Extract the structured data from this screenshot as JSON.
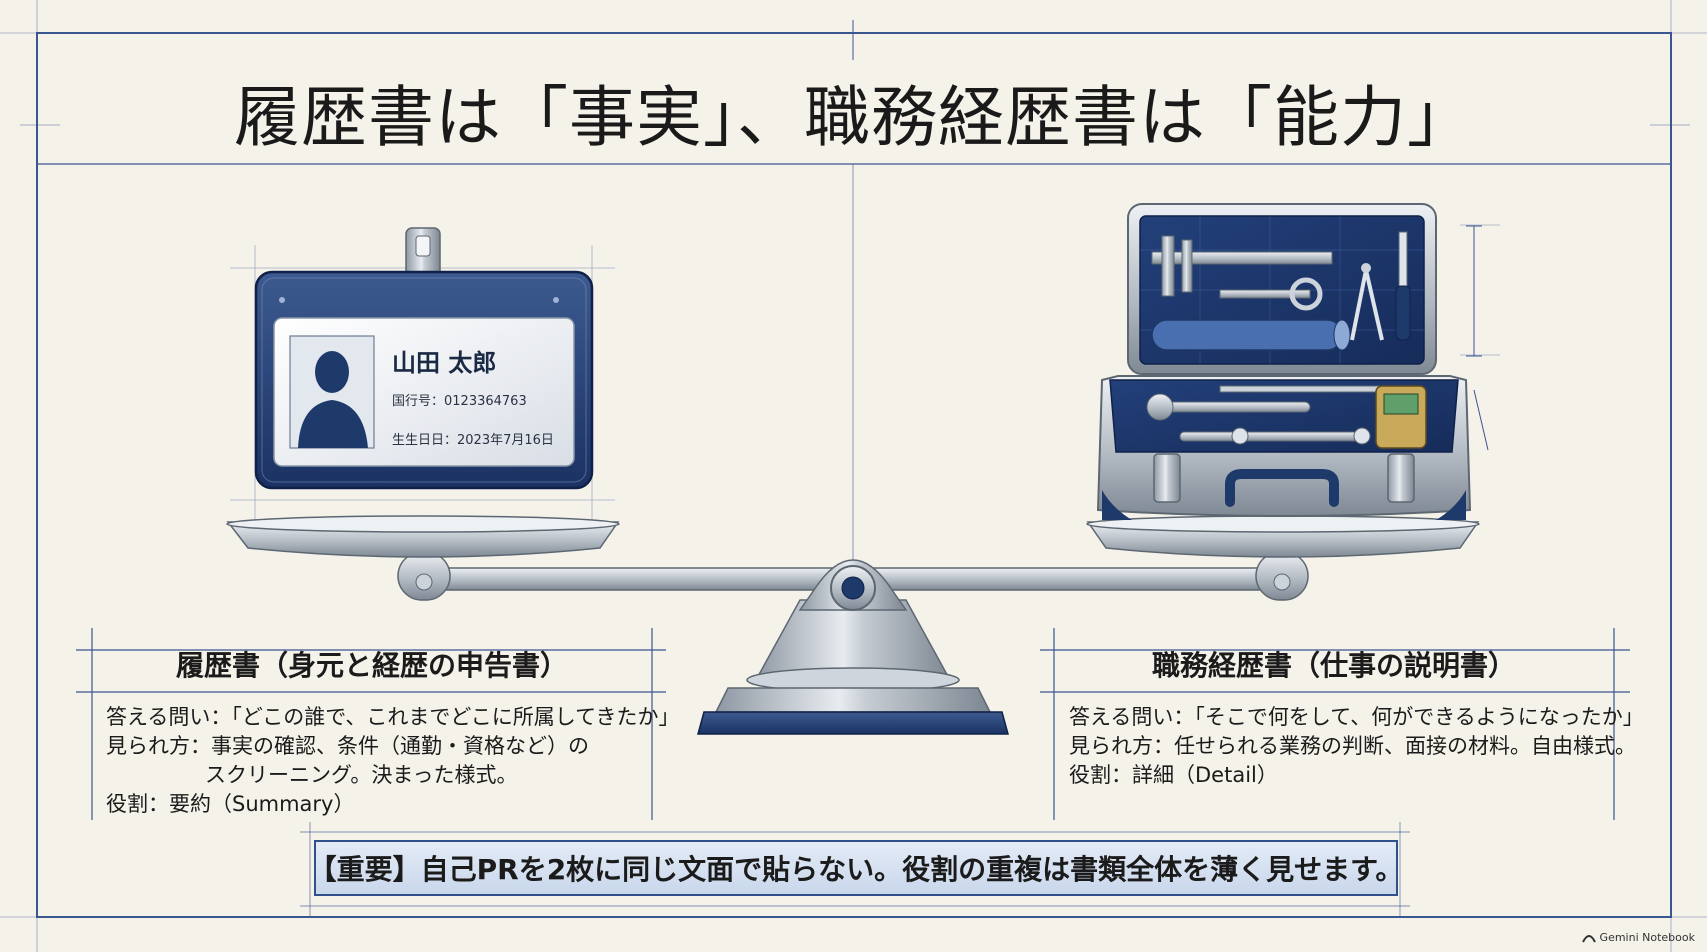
{
  "title": "履歴書は「事実」、職務経歴書は「能力」",
  "id_card": {
    "name": "山田 太郎",
    "id_line": "国行号：0123364763",
    "birth_line": "生生日日：2023年7月16日"
  },
  "left_pane": {
    "heading": "履歴書（身元と経歴の申告書）",
    "lines": [
      "答える問い：「どこの誰で、これまでどこに所属してきたか」",
      "見られ方：事実の確認、条件（通勤・資格など）の",
      "スクリーニング。決まった様式。",
      "役割：要約（Summary）"
    ]
  },
  "right_pane": {
    "heading": "職務経歴書（仕事の説明書）",
    "lines": [
      "答える問い：「そこで何をして、何ができるようになったか」",
      "見られ方：任せられる業務の判断、面接の材料。自由様式。",
      "役割：詳細（Detail）"
    ]
  },
  "banner": "【重要】自己PRを2枚に同じ文面で貼らない。役割の重複は書類全体を薄く見せます。",
  "credit": "Gemini Notebook",
  "colors": {
    "navy": "#1e3a6b",
    "steel": "#9aa3ad",
    "background": "#f5f2ea",
    "line": "#3b5690"
  },
  "icons": [
    "id-card-icon",
    "person-silhouette-icon",
    "toolbox-icon",
    "balance-scale-icon"
  ]
}
